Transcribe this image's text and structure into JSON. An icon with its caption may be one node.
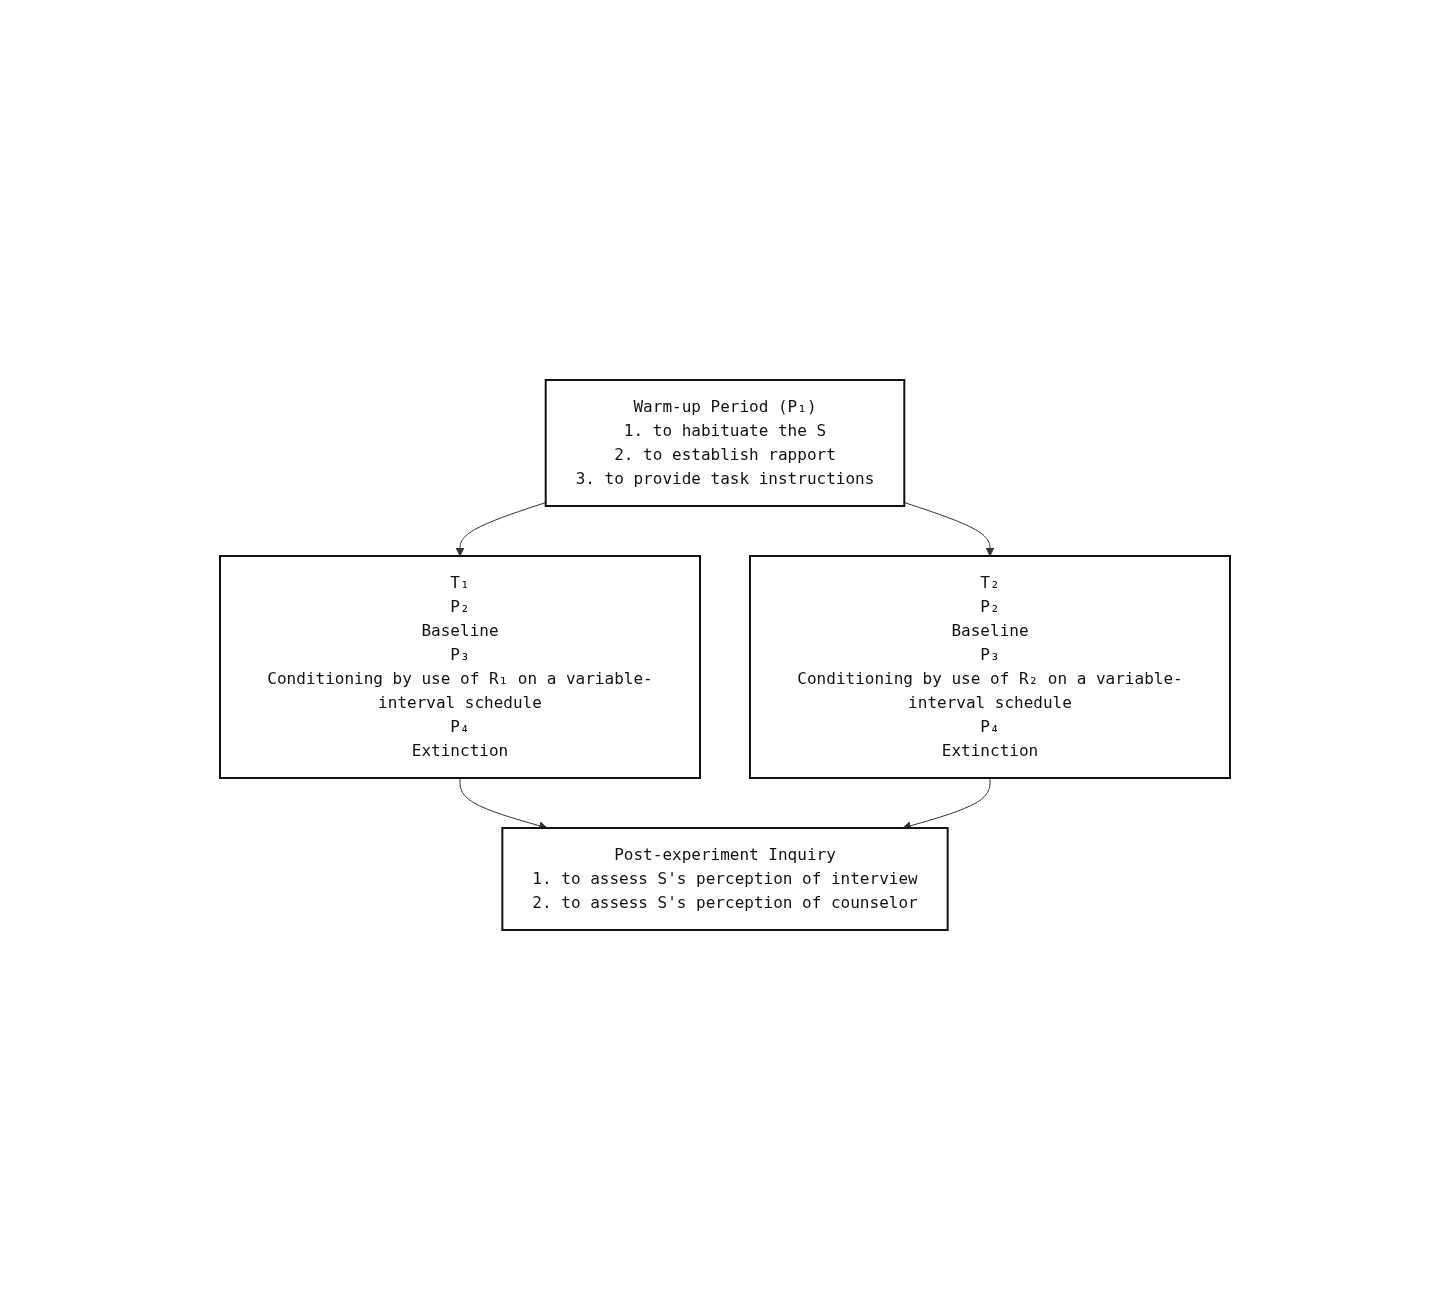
{
  "diagram": {
    "nodes": [
      {
        "text": [
          "Warm-up Period (P₁)",
          "1. to habituate the S",
          "2. to establish rapport",
          "3. to provide task instructions"
        ]
      },
      {
        "text": [
          "T₁",
          "P₂",
          "Baseline",
          "P₃",
          "Conditioning by use of R₁ on a variable-interval schedule",
          "P₄",
          "Extinction"
        ]
      },
      {
        "text": [
          "T₂",
          "P₂",
          "Baseline",
          "P₃",
          "Conditioning by use of R₂ on a variable-interval schedule",
          "P₄",
          "Extinction"
        ]
      },
      {
        "text": [
          "Post-experiment Inquiry",
          "1. to assess S's perception of interview",
          "2. to assess S's perception of counselor"
        ]
      }
    ],
    "edges": [
      {
        "from": 0,
        "to": 1,
        "arrow": "to"
      },
      {
        "from": 0,
        "to": 2,
        "arrow": "to"
      },
      {
        "from": 1,
        "to": 3,
        "arrow": "to"
      },
      {
        "from": 2,
        "to": 3,
        "arrow": "to"
      }
    ]
  }
}
